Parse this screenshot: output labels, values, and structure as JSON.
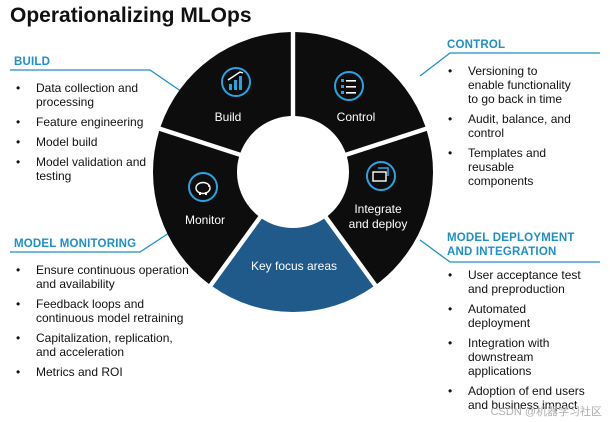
{
  "title": "Operationalizing MLOps",
  "build": {
    "heading": "BUILD",
    "items": [
      "Data collection and processing",
      "Feature engineering",
      "Model build",
      "Model validation and testing"
    ]
  },
  "control": {
    "heading": "CONTROL",
    "items": [
      "Versioning to enable functionality to go back in time",
      "Audit, balance, and control",
      "Templates and reusable components"
    ]
  },
  "deployment": {
    "heading_line1": "MODEL DEPLOYMENT",
    "heading_line2": "AND INTEGRATION",
    "items": [
      "User acceptance test and preproduction",
      "Automated deployment",
      "Integration with downstream applications",
      "Adoption of end users and business impact"
    ]
  },
  "monitoring": {
    "heading": "MODEL MONITORING",
    "items": [
      "Ensure continuous operation and availability",
      "Feedback loops and continuous model retraining",
      "Capitalization, replication, and acceleration",
      "Metrics and ROI"
    ]
  },
  "wheel": {
    "build": "Build",
    "control": "Control",
    "integrate_line1": "Integrate",
    "integrate_line2": "and deploy",
    "focus": "Key focus areas",
    "monitor": "Monitor",
    "colors": {
      "dark": "#0d0d0d",
      "accent": "#1f5a8a",
      "icon": "#2aa3e0"
    },
    "icons": {
      "build": "bar-chart-icon",
      "control": "list-icon",
      "integrate": "deploy-icon",
      "monitor": "piggy-bank-icon"
    }
  },
  "watermark": "CSDN @机器学习社区"
}
